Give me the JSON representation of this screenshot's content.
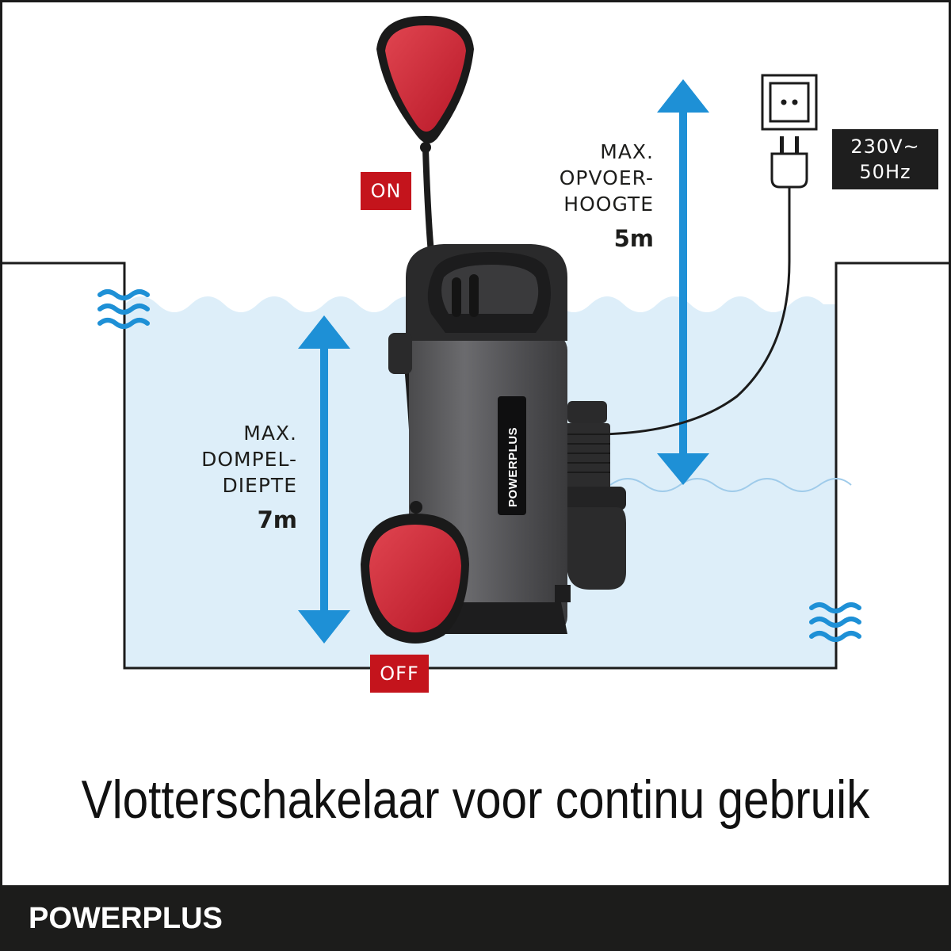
{
  "left_label": {
    "lines": [
      "MAX.",
      "DOMPEL-",
      "DIEPTE"
    ],
    "value": "7m"
  },
  "right_label": {
    "lines": [
      "MAX.",
      "OPVOER-",
      "HOOGTE"
    ],
    "value": "5m"
  },
  "switch_states": {
    "on": "ON",
    "off": "OFF"
  },
  "power_supply": {
    "voltage": "230V~",
    "frequency": "50Hz"
  },
  "pump_brand_print": "POWERPLUS",
  "caption": "Vlotterschakelaar voor continu gebruik",
  "footer": {
    "brand": "POWERPLUS"
  },
  "colors": {
    "accent_red": "#c4141c",
    "arrow_blue": "#1e90d6",
    "water": "#ddeef9",
    "footer_bg": "#1c1c1b"
  },
  "icons": [
    "waves-icon",
    "wall-socket-icon",
    "power-plug-icon",
    "double-arrow-icon",
    "float-switch-icon",
    "submersible-pump-icon"
  ]
}
